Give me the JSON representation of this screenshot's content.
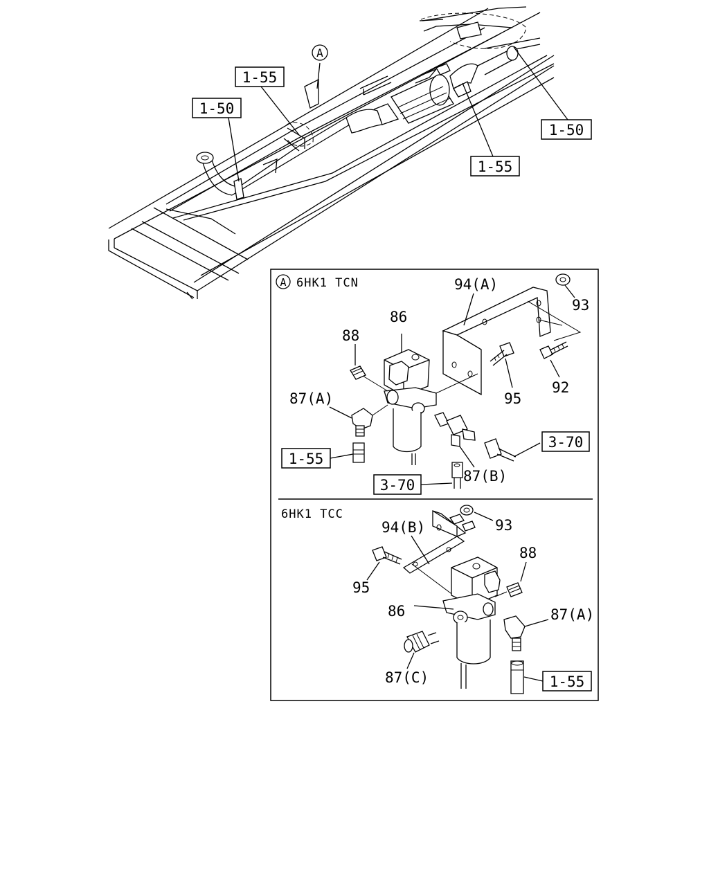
{
  "overview": {
    "callout_a": "A",
    "refs": [
      "1-55",
      "1-50",
      "1-50",
      "1-55"
    ]
  },
  "panel_a": {
    "marker": "A",
    "title": "6HK1 TCN",
    "labels": {
      "p94a": "94(A)",
      "p93": "93",
      "p86": "86",
      "p88": "88",
      "p92": "92",
      "p95": "95",
      "p87a": "87(A)",
      "p87b": "87(B)",
      "r370a": "3-70",
      "r370b": "3-70",
      "r155": "1-55"
    }
  },
  "panel_b": {
    "title": "6HK1 TCC",
    "labels": {
      "p94b": "94(B)",
      "p93": "93",
      "p88": "88",
      "p95": "95",
      "p86": "86",
      "p87a": "87(A)",
      "p87c": "87(C)",
      "r155": "1-55"
    }
  }
}
